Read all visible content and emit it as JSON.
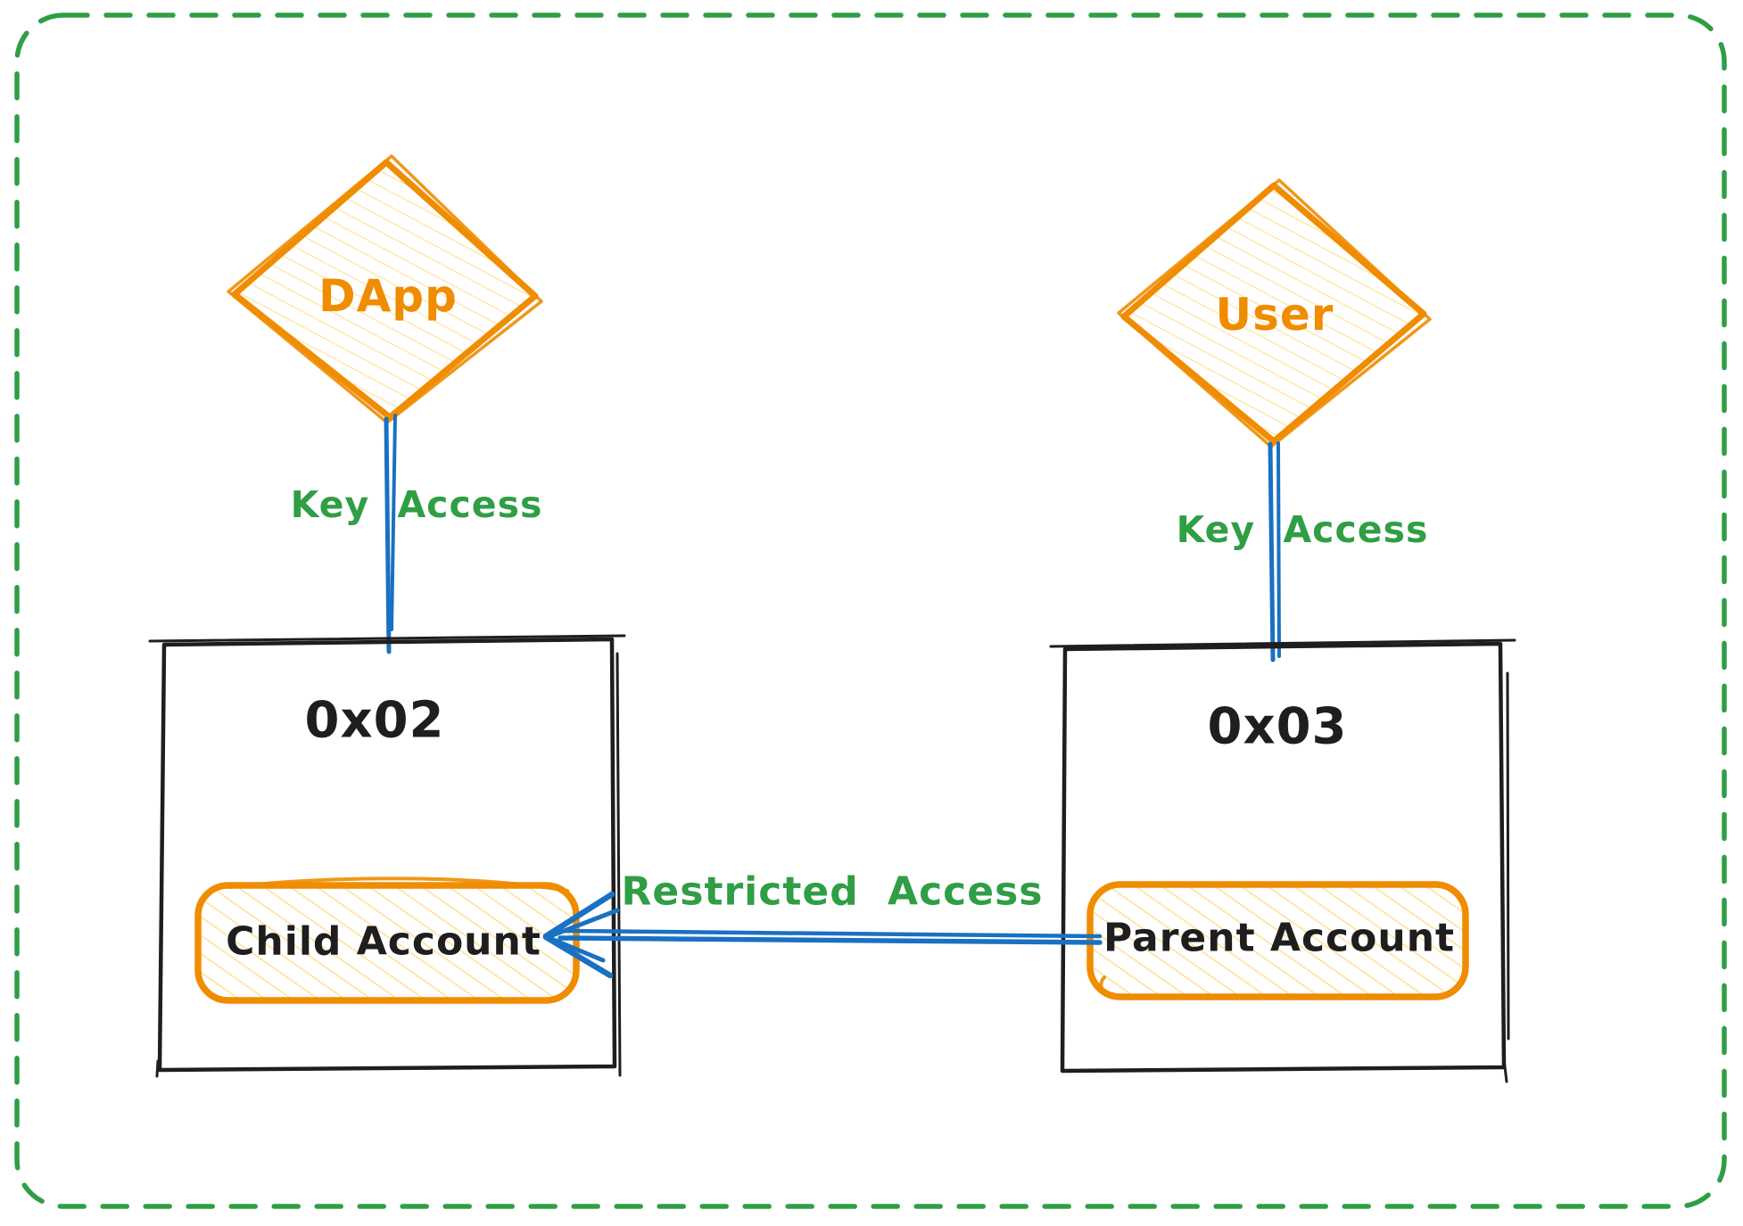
{
  "canvas": {
    "background": "#ffffff",
    "border_style": "dashed-rounded"
  },
  "colors": {
    "green": "#2f9e44",
    "blue": "#1971c2",
    "orange": "#f08c00",
    "orange_hatch": "#ffd977",
    "black": "#1e1e1e"
  },
  "nodes": {
    "dapp": {
      "label": "DApp",
      "shape": "diamond"
    },
    "user": {
      "label": "User",
      "shape": "diamond"
    },
    "box_left": {
      "title": "0x02",
      "shape": "rectangle"
    },
    "box_right": {
      "title": "0x03",
      "shape": "rectangle"
    },
    "child": {
      "label": "Child Account",
      "shape": "rounded-rectangle"
    },
    "parent": {
      "label": "Parent Account",
      "shape": "rounded-rectangle"
    }
  },
  "edges": {
    "key_access_left": {
      "label": "Key Access",
      "from": "DApp",
      "to": "0x02"
    },
    "key_access_right": {
      "label": "Key Access",
      "from": "User",
      "to": "0x03"
    },
    "restricted": {
      "label": "Restricted Access",
      "from": "Parent Account",
      "to": "Child Account"
    }
  }
}
